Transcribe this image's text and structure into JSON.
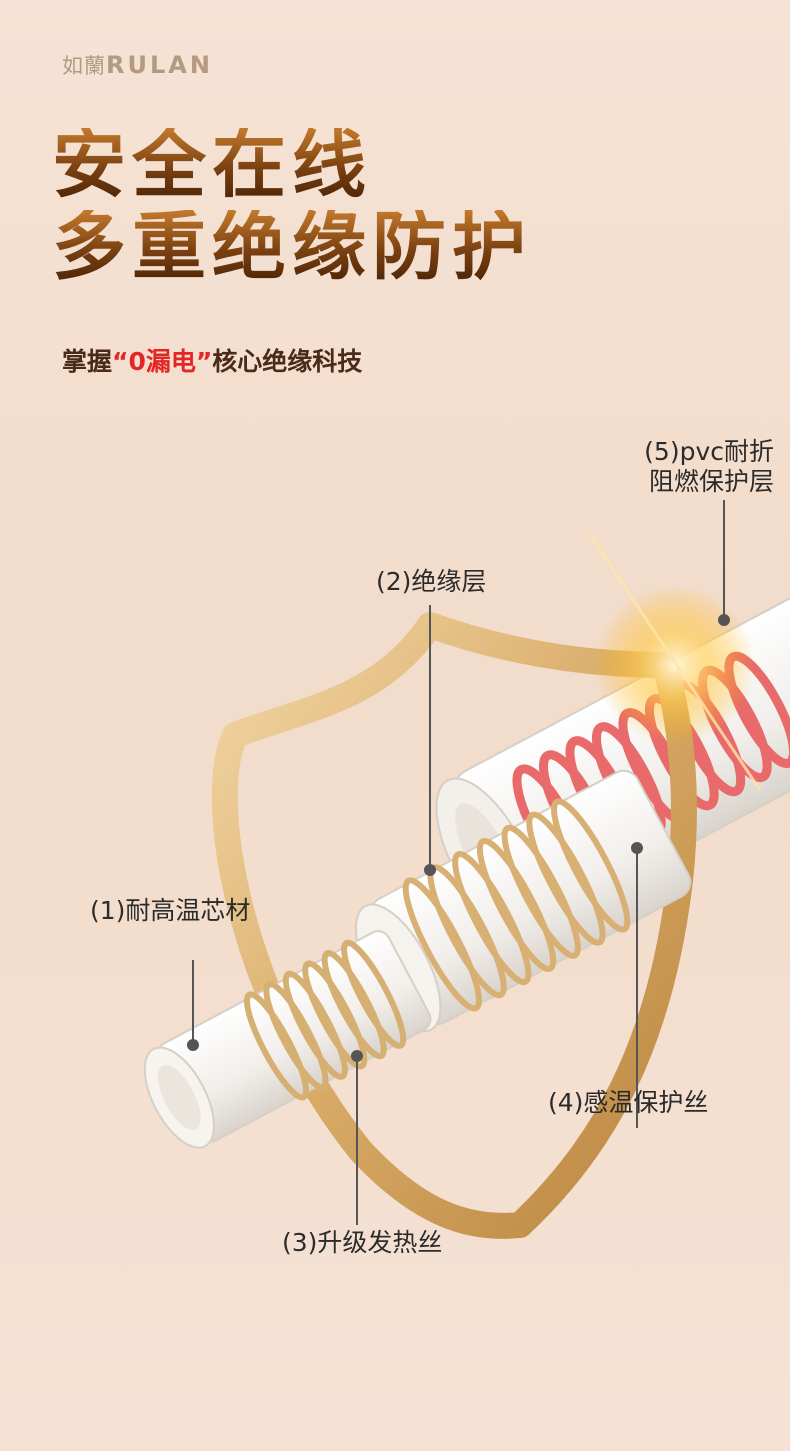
{
  "brand": {
    "cn": "如蘭",
    "latin": "RULAN"
  },
  "headline": {
    "line1": "安全在线",
    "line2": "多重绝缘防护"
  },
  "subtitle": {
    "prefix": "掌握",
    "highlight": "“0漏电”",
    "suffix": "核心绝缘科技"
  },
  "labels": {
    "pvc_layer_line1": "(5)pvc耐折",
    "pvc_layer_line2": "阻燃保护层",
    "insulation": "(2)绝缘层",
    "core": "(1)耐高温芯材",
    "temp_wire": "(4)感温保护丝",
    "heating_wire": "(3)升级发热丝"
  },
  "colors": {
    "accent_red": "#e32626",
    "gold": "#d8b074",
    "heading_brown": "#6b3b12",
    "coil_red": "#e86a6a"
  }
}
